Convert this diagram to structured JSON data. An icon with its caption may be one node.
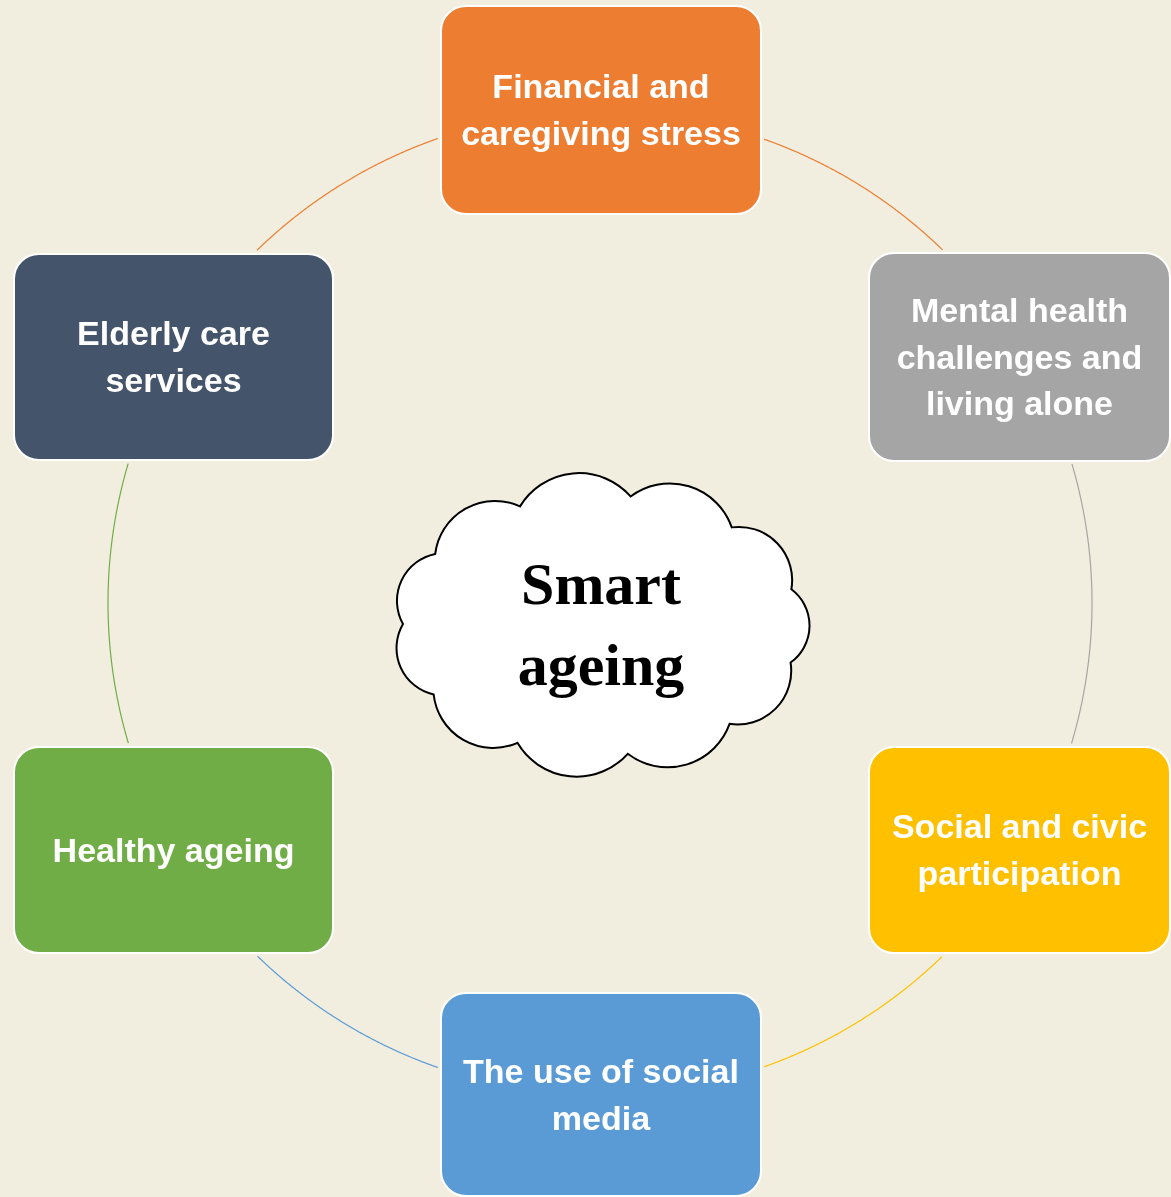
{
  "diagram": {
    "nodes": [
      {
        "text": [
          "Smart ageing"
        ]
      },
      {
        "text": [
          "Financial and caregiving stress"
        ]
      },
      {
        "text": [
          "Mental health challenges and living alone"
        ]
      },
      {
        "text": [
          "Social and civic participation"
        ]
      },
      {
        "text": [
          "The use of social media"
        ]
      },
      {
        "text": [
          "Healthy ageing"
        ]
      },
      {
        "text": [
          "Elderly care services"
        ]
      }
    ],
    "edges": [
      {
        "from": 1,
        "to": 2,
        "arrow": "none",
        "color": "#ed7d31"
      },
      {
        "from": 2,
        "to": 3,
        "arrow": "none",
        "color": "#a5a5a5"
      },
      {
        "from": 3,
        "to": 4,
        "arrow": "none",
        "color": "#ffc000"
      },
      {
        "from": 4,
        "to": 5,
        "arrow": "none",
        "color": "#5b9bd5"
      },
      {
        "from": 5,
        "to": 6,
        "arrow": "none",
        "color": "#70ad47"
      },
      {
        "from": 6,
        "to": 1,
        "arrow": "none",
        "color": "#ed7d31"
      }
    ]
  }
}
